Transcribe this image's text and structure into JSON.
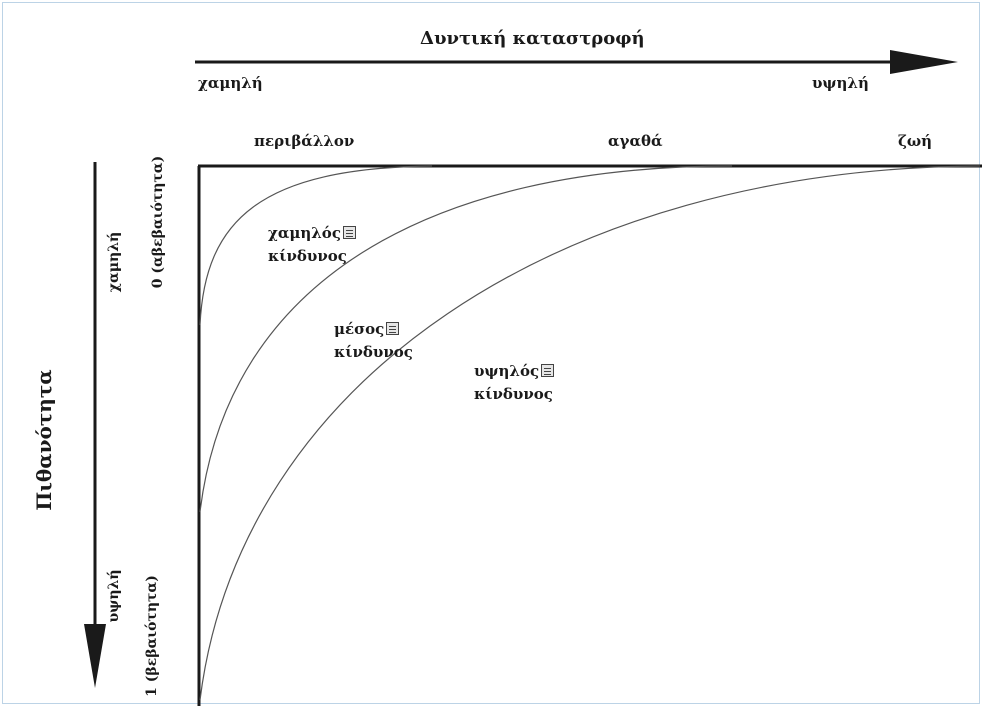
{
  "diagram": {
    "x_axis": {
      "title": "Δυντική καταστροφή",
      "low_label": "χαμηλή",
      "high_label": "υψηλή"
    },
    "categories": [
      "περιβάλλον",
      "αγαθά",
      "ζωή"
    ],
    "y_axis": {
      "title": "Πιθανότητα",
      "low_label": "χαμηλή",
      "low_value": "0 (αβεβαιότητα)",
      "high_label": "υψηλή",
      "high_value": "1 (βεβαιότητα)"
    },
    "zones": [
      {
        "line1": "χαμηλός",
        "line2": "κίνδυνος"
      },
      {
        "line1": "μέσος",
        "line2": "κίνδυνος"
      },
      {
        "line1": "υψηλός",
        "line2": "κίνδυνος"
      }
    ],
    "colors": {
      "axis": "#1a1a1a",
      "curve": "#555555",
      "border": "#bcd3e6"
    },
    "icons": {
      "placeholder": "missing-glyph-box-icon"
    }
  }
}
